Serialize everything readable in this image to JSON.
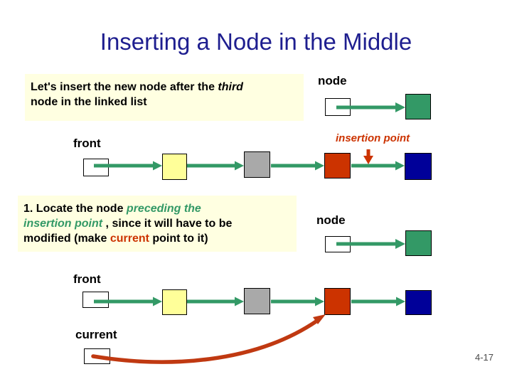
{
  "slide": {
    "title": "Inserting a Node in the Middle",
    "page_number": "4-17",
    "colors": {
      "title_text": "#1e1e8f",
      "callout_background": "#ffffe1",
      "pointer_green": "#339966",
      "node_yellow": "#ffff99",
      "node_gray": "#a9a9a9",
      "node_red": "#cc3300",
      "node_blue": "#000099",
      "node_green": "#339966",
      "accent_orange_red": "#cc3300",
      "current_arrow_red": "#c03911"
    },
    "callout1": {
      "part1": "Let's insert the new node after the ",
      "part2_italic": "third",
      "part3": "node in the linked list"
    },
    "callout2": {
      "part1": "1. Locate the node ",
      "part2_green": "preceding the",
      "part3_green": "insertion point",
      "part4": " , since it will have to be",
      "part5": "modified (make ",
      "part6_red": "current",
      "part7": " point to it)"
    },
    "diagram_top": {
      "node_label": "node",
      "front_label": "front",
      "insertion_point_label": "insertion point",
      "new_node_cells": [
        "pointer-box",
        "green-node"
      ],
      "list_cells": [
        "front-pointer",
        "yellow-node",
        "gray-node",
        "red-node",
        "blue-node"
      ]
    },
    "diagram_bottom": {
      "node_label": "node",
      "front_label": "front",
      "current_label": "current",
      "new_node_cells": [
        "pointer-box",
        "green-node"
      ],
      "list_cells": [
        "front-pointer",
        "yellow-node",
        "gray-node",
        "red-node",
        "blue-node"
      ],
      "current_points_to": "red-node"
    }
  }
}
